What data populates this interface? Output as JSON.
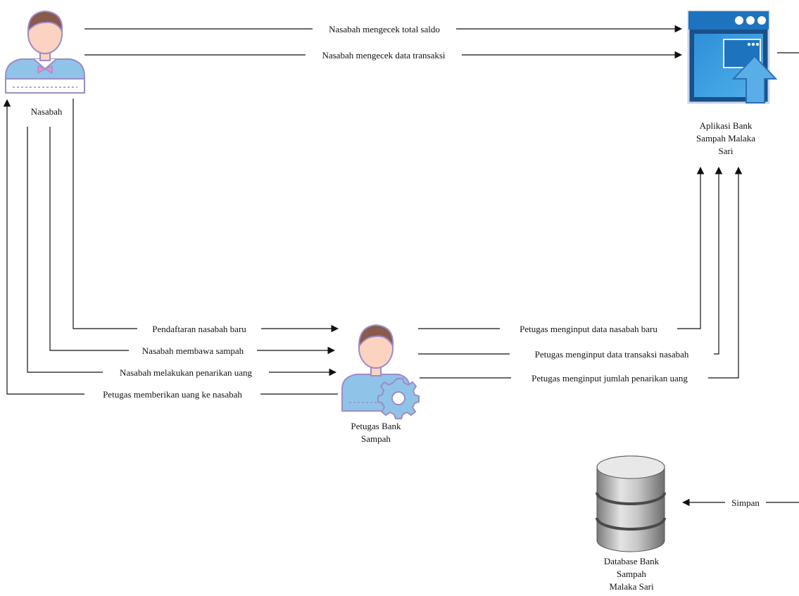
{
  "nodes": {
    "nasabah": {
      "name": "Nasabah"
    },
    "aplikasi": {
      "lines": [
        "Aplikasi Bank",
        "Sampah Malaka",
        "Sari"
      ]
    },
    "petugas": {
      "lines": [
        "Petugas Bank",
        "Sampah"
      ]
    },
    "database": {
      "lines": [
        "Database Bank",
        "Sampah",
        "Malaka Sari"
      ]
    }
  },
  "flows": {
    "cek_saldo": "Nasabah mengecek total saldo",
    "cek_transaksi": "Nasabah mengecek data transaksi",
    "pendaftaran": "Pendaftaran nasabah baru",
    "bawa_sampah": "Nasabah membawa sampah",
    "penarikan": "Nasabah melakukan penarikan uang",
    "beri_uang": "Petugas memberikan uang ke nasabah",
    "input_nasabah": "Petugas menginput data nasabah baru",
    "input_transaksi": "Petugas menginput data transaksi nasabah",
    "input_penarikan": "Petugas menginput jumlah penarikan uang",
    "simpan": "Simpan"
  },
  "colors": {
    "icon_outline": "#9b8cc7",
    "shirt": "#8fc4e8",
    "skin": "#fbd3c0",
    "hair": "#8a5a4a",
    "window_frame": "#1e73be",
    "window_blue": "#4aa3df",
    "arrow_blue": "#5aaee8",
    "db_gray": "#9a9a9a"
  }
}
